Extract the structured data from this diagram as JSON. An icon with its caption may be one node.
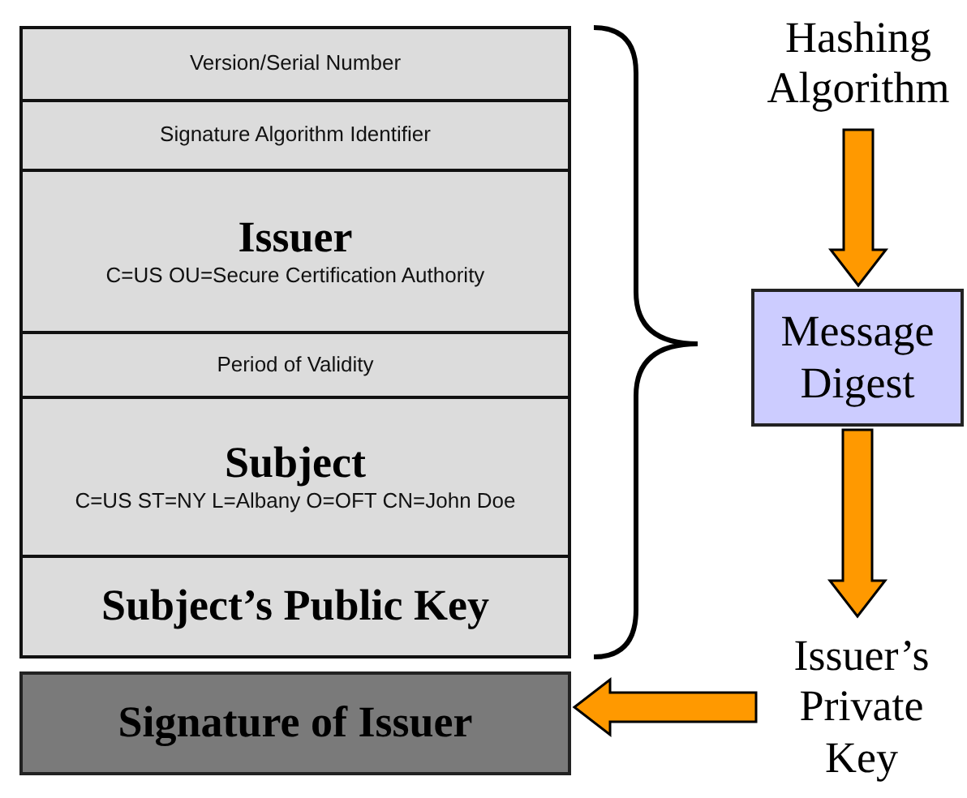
{
  "diagram": {
    "nodes": [
      {
        "text": [
          "Version/Serial Number"
        ]
      },
      {
        "text": [
          "Signature Algorithm Identifier"
        ]
      },
      {
        "text": [
          "Issuer",
          "C=US OU=Secure Certification Authority"
        ]
      },
      {
        "text": [
          "Period of Validity"
        ]
      },
      {
        "text": [
          "Subject",
          "C=US ST=NY L=Albany O=OFT CN=John Doe"
        ]
      },
      {
        "text": [
          "Subject’s Public Key"
        ]
      },
      {
        "text": [
          "Signature of Issuer"
        ]
      },
      {
        "text": [
          "Hashing Algorithm"
        ]
      },
      {
        "text": [
          "Message Digest"
        ]
      },
      {
        "text": [
          "Issuer’s Private Key"
        ]
      }
    ],
    "edges": [
      {
        "from": 7,
        "to": 8,
        "arrow": "to"
      },
      {
        "from": 8,
        "to": 9,
        "arrow": "to"
      },
      {
        "from": 9,
        "to": 6,
        "arrow": "to"
      }
    ]
  }
}
